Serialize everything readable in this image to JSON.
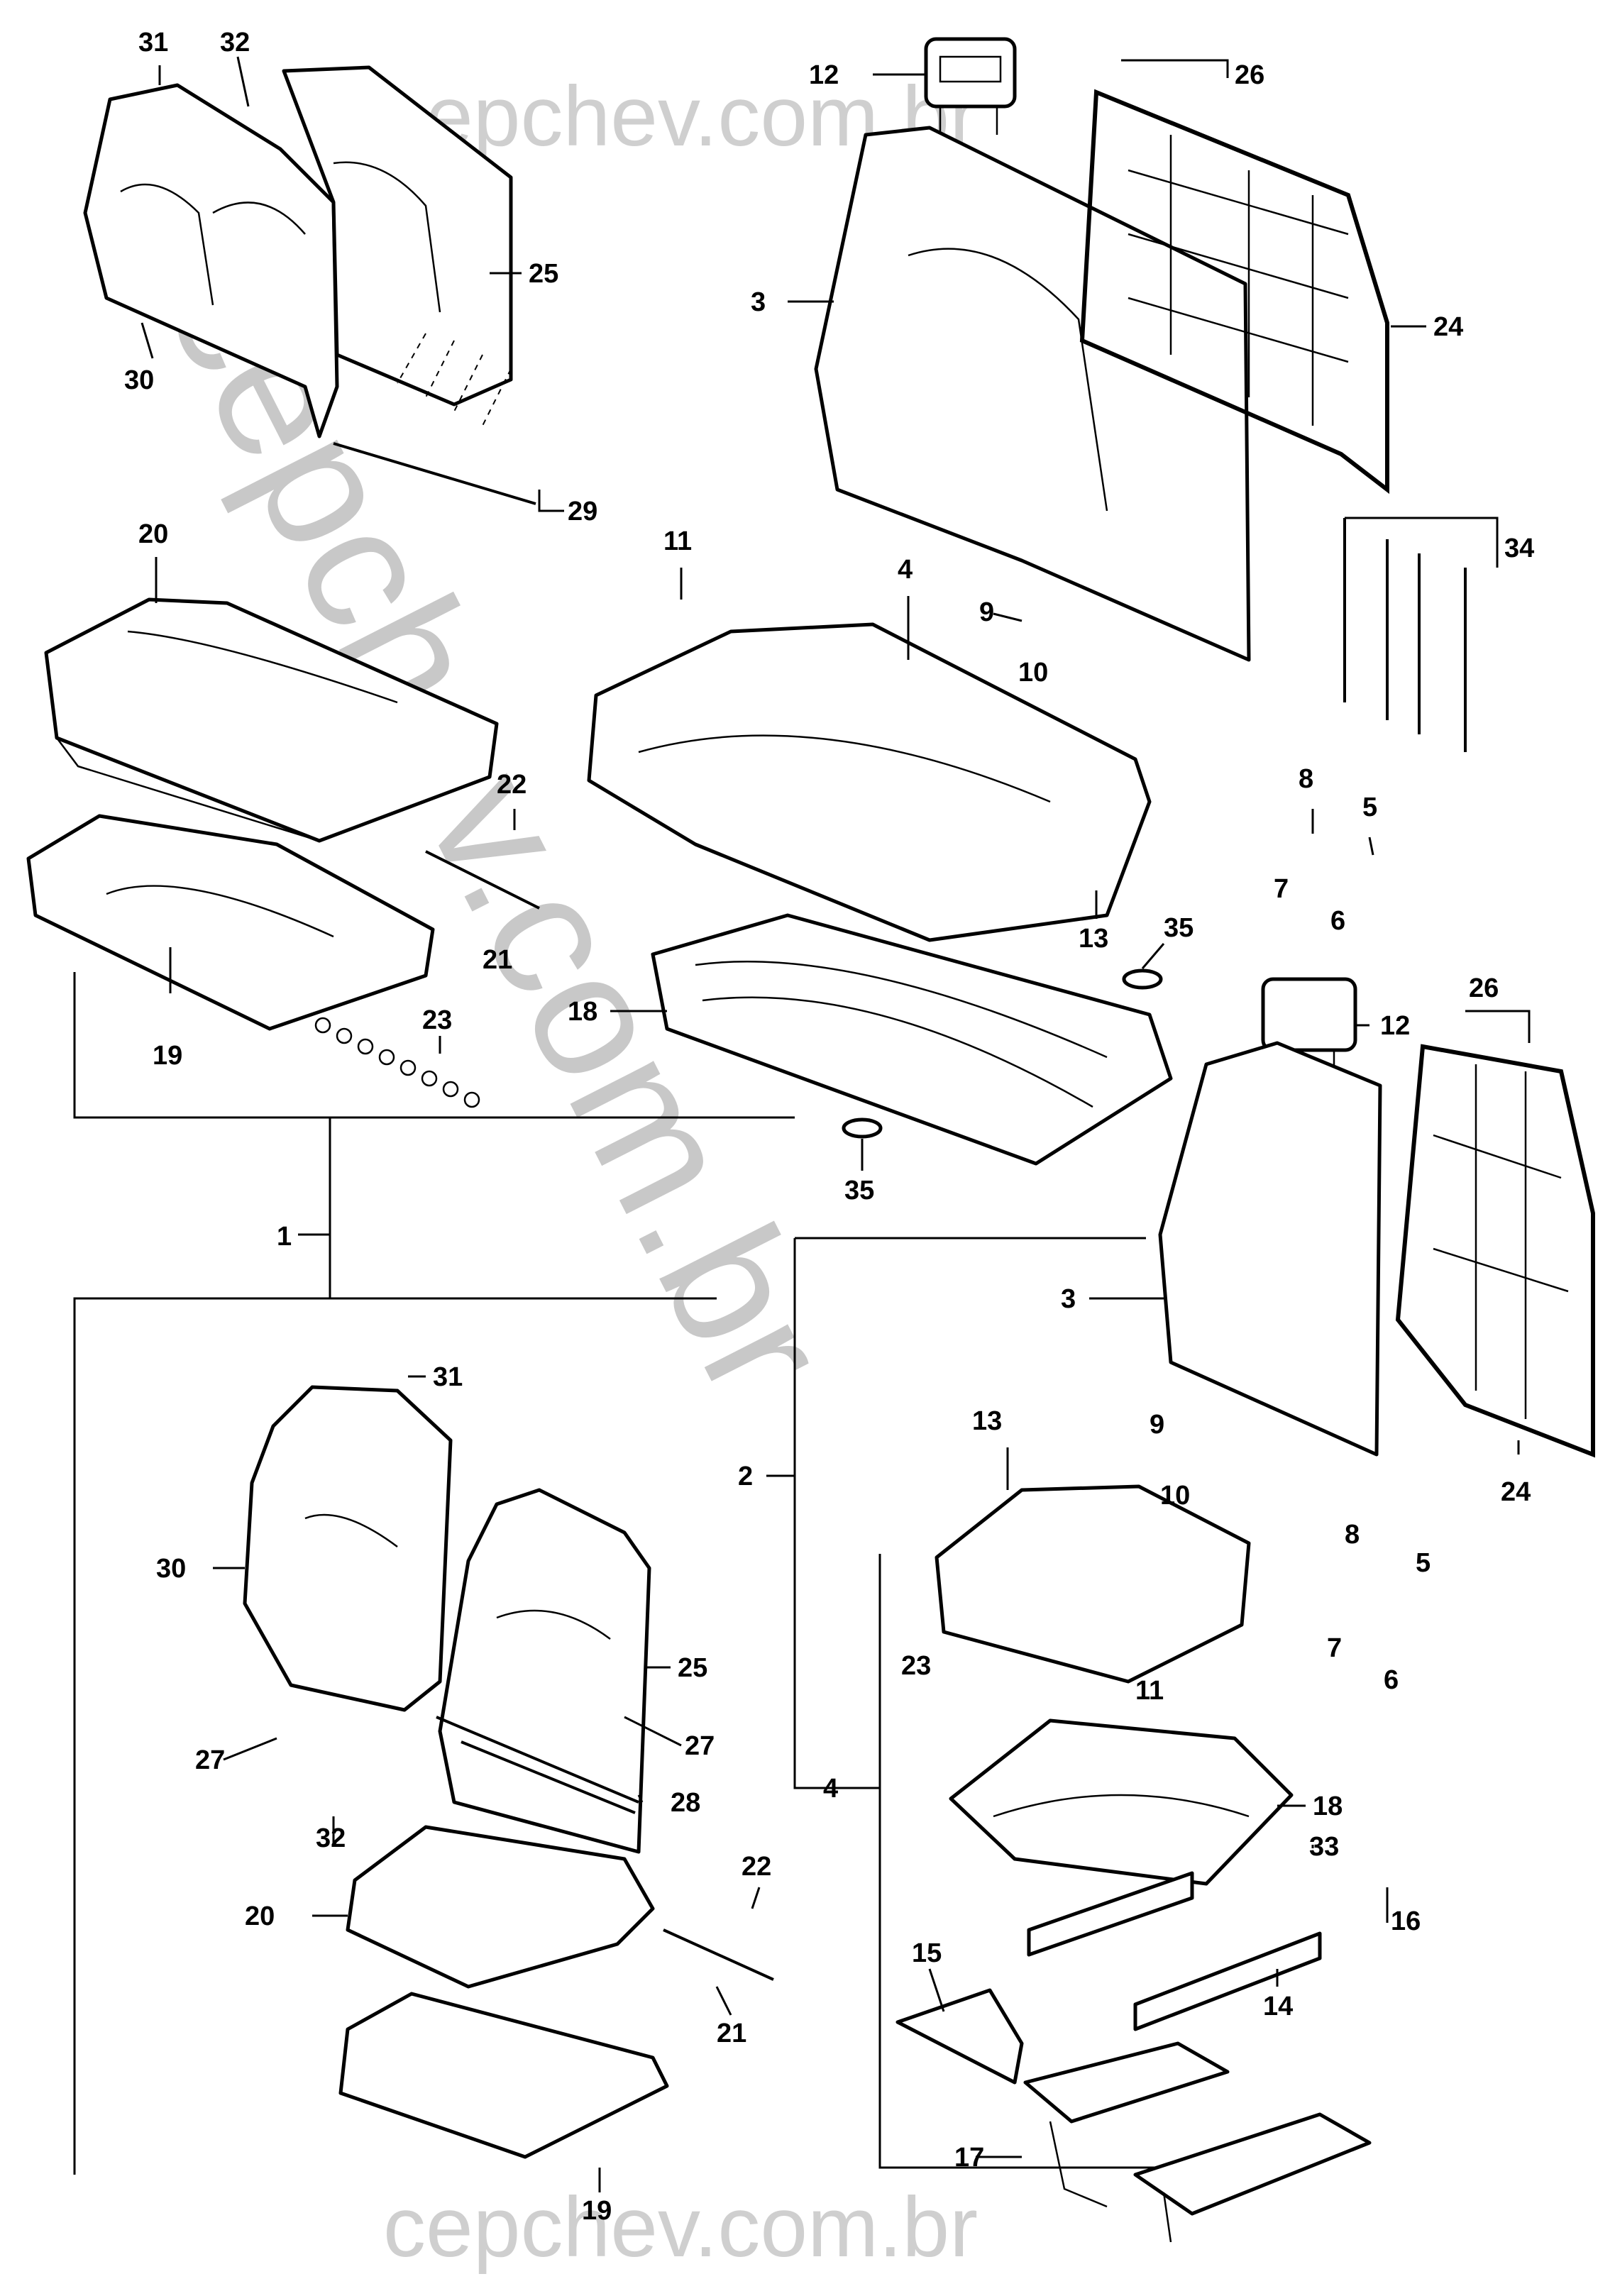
{
  "watermarks": {
    "top": "cepchev.com.br",
    "diagonal": "cepchev.com.br",
    "bottom": "cepchev.com.br"
  },
  "callouts": {
    "c31a": "31",
    "c32a": "32",
    "c25a": "25",
    "c30a": "30",
    "c29": "29",
    "c20a": "20",
    "c22a": "22",
    "c21a": "21",
    "c19a": "19",
    "c23a": "23",
    "c1": "1",
    "c11a": "11",
    "c4a": "4",
    "c9a": "9",
    "c10a": "10",
    "c12a": "12",
    "c26a": "26",
    "c3a": "3",
    "c24a": "24",
    "c34": "34",
    "c8a": "8",
    "c5a": "5",
    "c7a": "7",
    "c6a": "6",
    "c13a": "13",
    "c35a": "35",
    "c18a": "18",
    "c35b": "35",
    "c12b": "12",
    "c26b": "26",
    "c3b": "3",
    "c24b": "24",
    "c2": "2",
    "c13b": "13",
    "c9b": "9",
    "c10b": "10",
    "c8b": "8",
    "c5b": "5",
    "c7b": "7",
    "c6b": "6",
    "c11b": "11",
    "c23b": "23",
    "c18b": "18",
    "c4b": "4",
    "c33": "33",
    "c16": "16",
    "c15": "15",
    "c14": "14",
    "c17": "17",
    "c31b": "31",
    "c30b": "30",
    "c25b": "25",
    "c27a": "27",
    "c27b": "27",
    "c28": "28",
    "c32b": "32",
    "c20b": "20",
    "c22b": "22",
    "c21b": "21",
    "c19b": "19"
  }
}
